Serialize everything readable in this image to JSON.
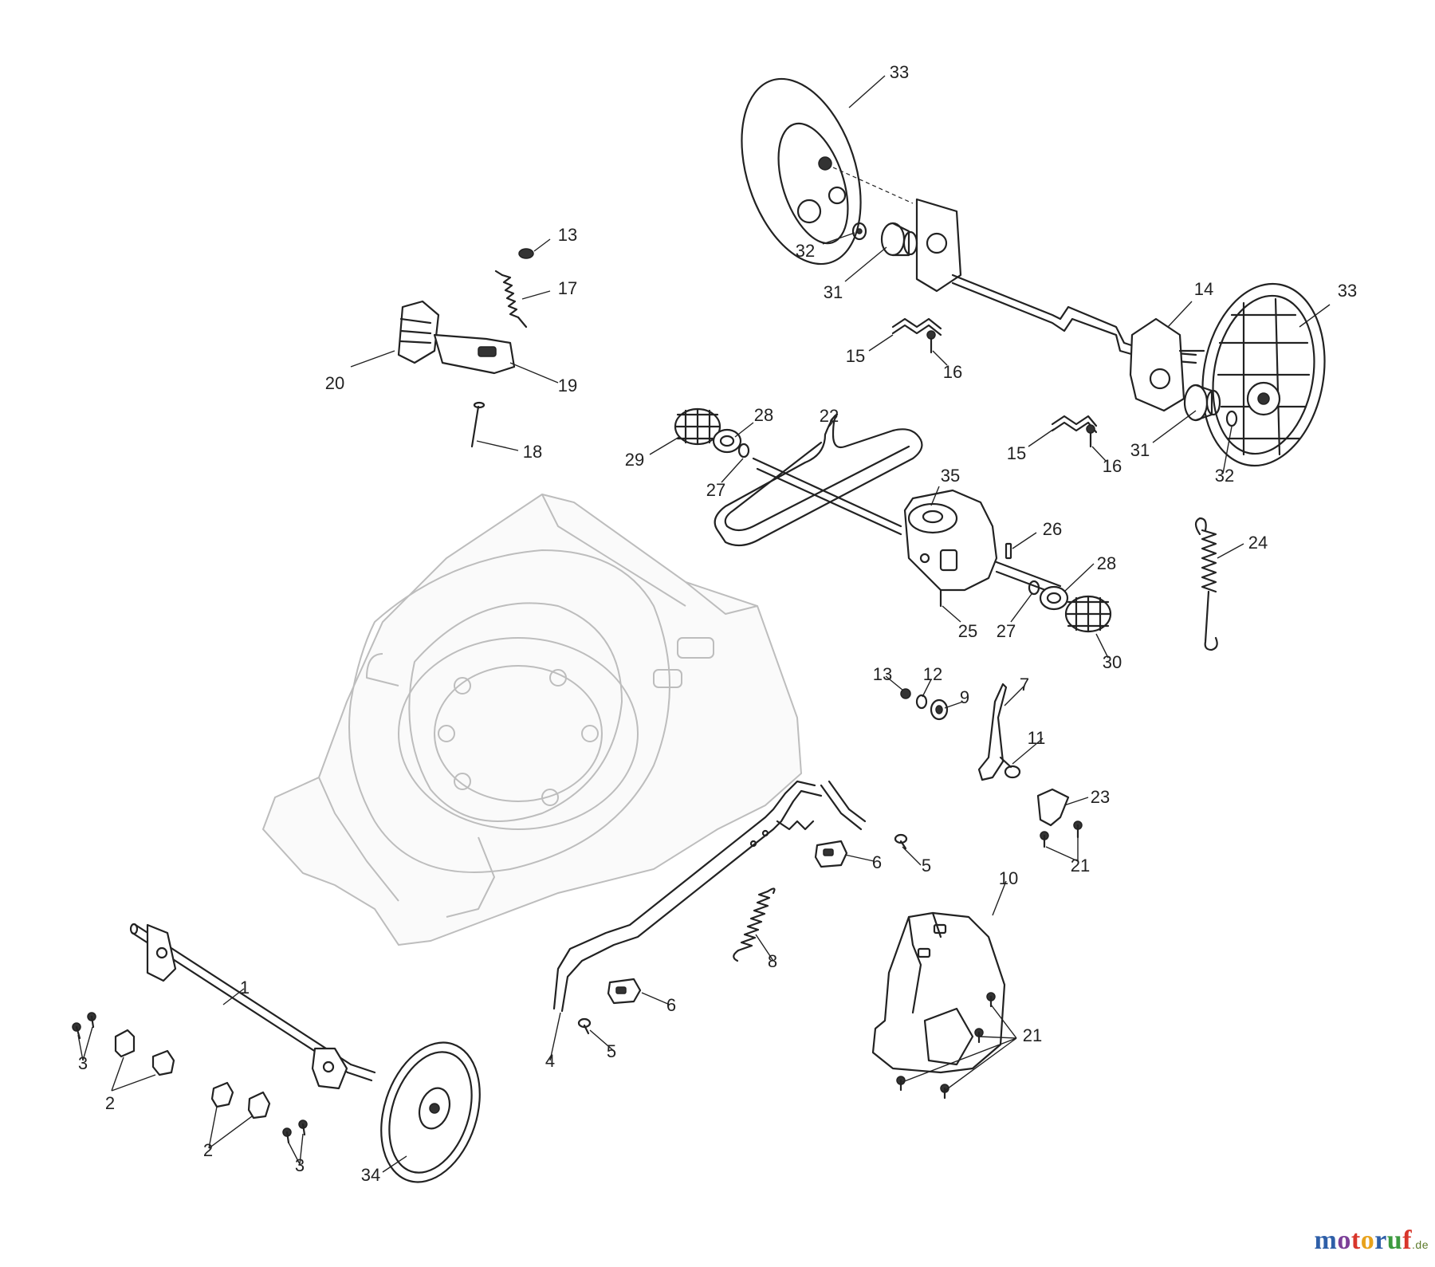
{
  "diagram": {
    "callouts": [
      "33",
      "13",
      "17",
      "32",
      "31",
      "14",
      "33",
      "20",
      "19",
      "15",
      "16",
      "28",
      "22",
      "18",
      "29",
      "27",
      "35",
      "15",
      "16",
      "31",
      "32",
      "26",
      "24",
      "28",
      "25",
      "27",
      "30",
      "13",
      "12",
      "9",
      "7",
      "11",
      "23",
      "21",
      "5",
      "6",
      "10",
      "8",
      "1",
      "6",
      "21",
      "3",
      "4",
      "5",
      "2",
      "2",
      "3",
      "34"
    ]
  },
  "watermark": {
    "brand": "motoruf",
    "tld": ".de",
    "letter_colors": [
      "#2e5fa8",
      "#7c3f98",
      "#d8362b",
      "#e8a21b",
      "#2e5fa8",
      "#3c9a3f",
      "#d8362b"
    ]
  }
}
